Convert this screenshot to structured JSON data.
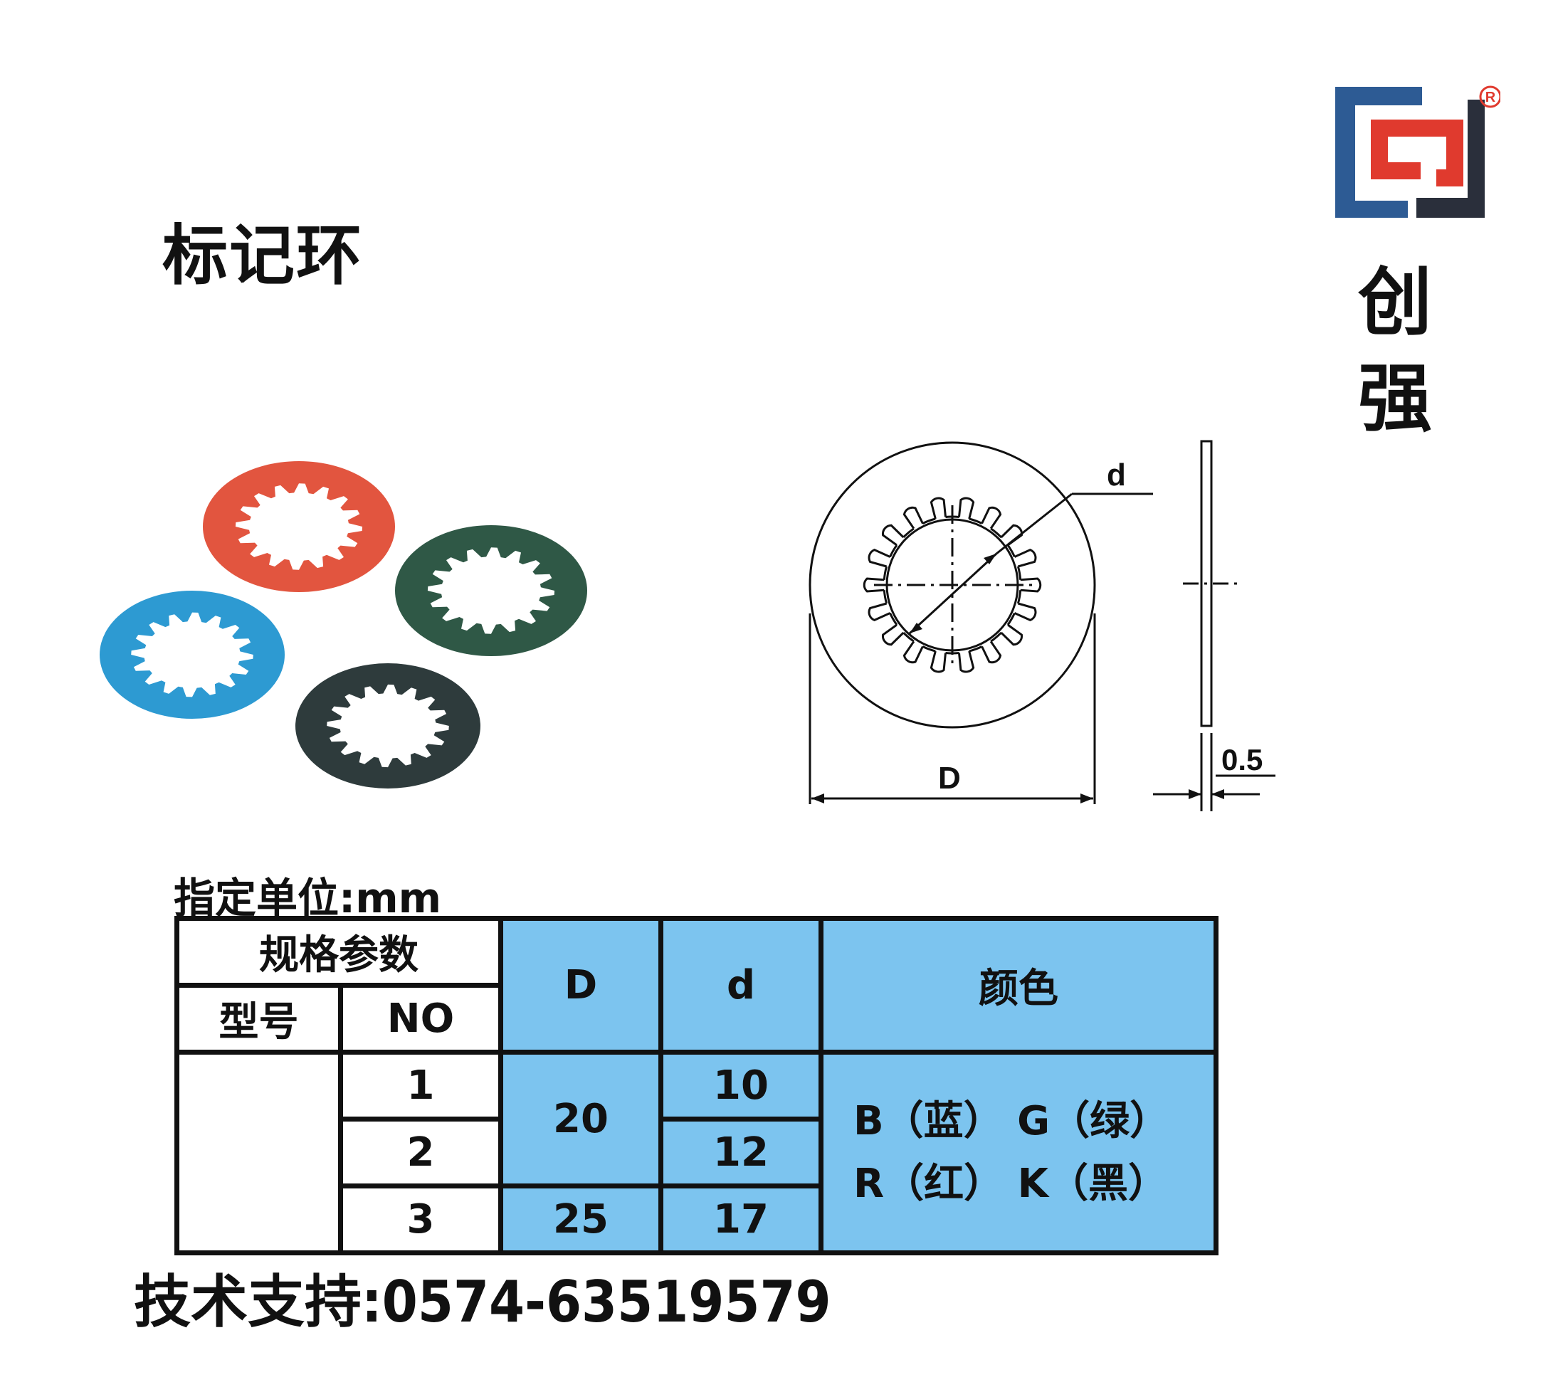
{
  "title": "标记环",
  "brand": {
    "chars": [
      "创",
      "强"
    ],
    "logo_colors": {
      "blue": "#2d5b94",
      "red": "#e03a2e",
      "dark": "#2a2f3b"
    }
  },
  "photo": {
    "rings": [
      {
        "color_name": "red",
        "hex": "#e2553f"
      },
      {
        "color_name": "green",
        "hex": "#2f5846"
      },
      {
        "color_name": "blue",
        "hex": "#2d9ad2"
      },
      {
        "color_name": "black",
        "hex": "#2e3b3c"
      }
    ]
  },
  "drawing": {
    "label_d": "d",
    "label_D": "D",
    "label_thickness": "0.5"
  },
  "unit_label": "指定单位:mm",
  "table": {
    "header_group": "规格参数",
    "header_model": "型号",
    "header_no": "NO",
    "header_D": "D",
    "header_d": "d",
    "header_color": "颜色",
    "rows": [
      {
        "no": "1",
        "d": "10"
      },
      {
        "no": "2",
        "d": "12"
      },
      {
        "no": "3",
        "d": "17"
      }
    ],
    "D_values": [
      "20",
      "25"
    ],
    "colors_line1": "B（蓝） G（绿）",
    "colors_line2": "R（红） K（黑）",
    "cell_blue": "#7cc4ef"
  },
  "support": "技术支持:0574-63519579"
}
